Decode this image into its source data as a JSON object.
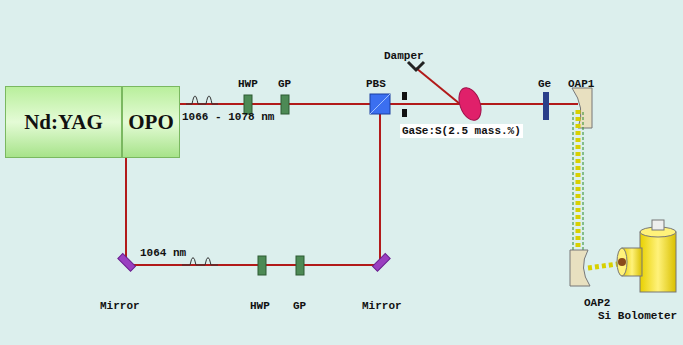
{
  "diagram": {
    "nodes": [
      {
        "text": [
          "Nd:YAG"
        ]
      },
      {
        "text": [
          "OPO"
        ]
      }
    ],
    "labels": [
      "1066 - 1078 nm",
      "HWP",
      "GP",
      "PBS",
      "Damper",
      "GaSe:S(2.5 mass.%)",
      "Ge",
      "OAP1",
      "OAP2",
      "Si Bolometer",
      "1064 nm",
      "Mirror",
      "HWP",
      "GP",
      "Mirror"
    ]
  }
}
